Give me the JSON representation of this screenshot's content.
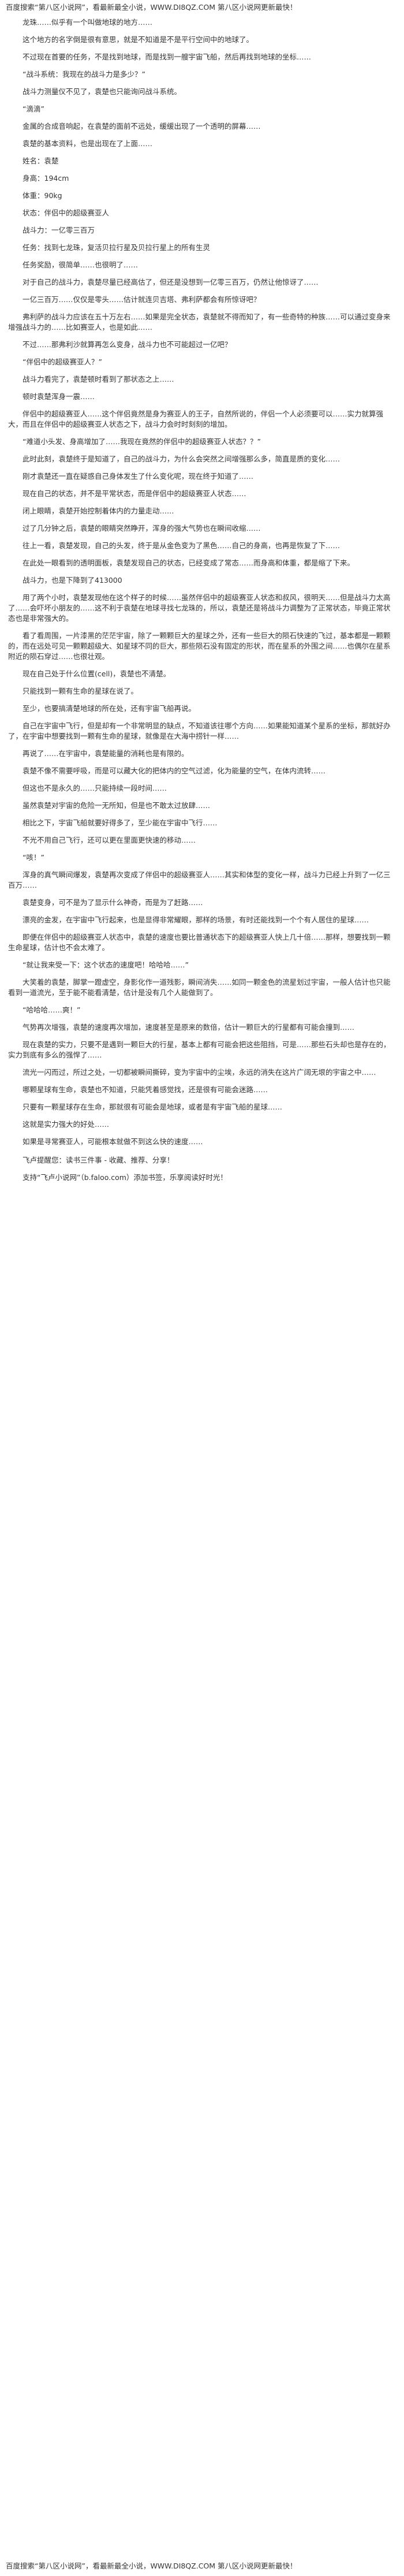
{
  "banner": {
    "text": "百度搜索“第八区小说网”，看最新最全小说，WWW.DI8QZ.COM   第八区小说网更新最快！",
    "bottom_text": "百度搜索“第八区小说网”，看最新最全小说，WWW.DI8QZ.COM   第八区小说网更新最快！"
  },
  "paragraphs": [
    "龙珠……似乎有一个叫做地球的地方……",
    "这个地方的名字倒是很有意思，就是不知道是不是平行空间中的地球了。",
    "不过现在首要的任务，不是找到地球，而是找到一艘宇宙飞船，然后再找到地球的坐标……",
    "“战斗系统：我现在的战斗力是多少？”",
    "战斗力测量仪不见了，袁楚也只能询问战斗系统。",
    "“滴滴”",
    "金属的合成音响起，在袁楚的面前不远处，缓缓出现了一个透明的屏幕……",
    "袁楚的基本资料，也是出现在了上面……",
    "姓名：袁楚",
    "身高：194cm",
    "体重：90kg",
    "状态：伴侣中的超级赛亚人",
    "战斗力：一亿零三百万",
    "任务：找到七龙珠，复活贝拉行星及贝拉行星上的所有生灵",
    "任务奖励，很简单……也很明了……",
    "对于自己的战斗力，袁楚尽量已经高估了，但还是没想到一亿零三百万，仍然让他惊讶了……",
    "一亿三百万……仅仅是零头……估计就连贝吉塔、弗利萨都会有所惊讶吧？",
    "弗利萨的战斗力应该在五十万左右……如果是完全状态，袁楚就不得而知了，有一些奇特的种族……可以通过变身来增强战斗力的……比如赛亚人，也是如此……",
    "不过……那弗利沙就算再怎么变身，战斗力也不可能超过一亿吧？",
    "“伴侣中的超级赛亚人？”",
    "战斗力看完了，袁楚顿时看到了那状态之上……",
    "顿时袁楚浑身一震……",
    "伴侣中的超级赛亚人……这个伴侣竟然是身为赛亚人的王子，自然所说的，伴侣一个人必须要可以……实力就算强大，而且在伴侣中的超级赛亚人状态之下，战斗力会时时刻刻的增加。",
    "“难道小头发、身高增加了……我现在竟然的伴侣中的超级赛亚人状态？？”",
    "此时此刻，袁楚终于是知道了，自己的战斗力，为什么会突然之间增强那么多，简直是质的变化……",
    "刚才袁楚还一直在疑惑自己身体发生了什么变化呢，现在终于知道了……",
    "现在自己的状态，并不是平常状态，而是伴侣中的超级赛亚人状态……",
    "闭上眼睛，袁楚开始控制着体内的力量走动……",
    "过了几分钟之后，袁楚的眼睛突然睁开，浑身的强大气势也在瞬间收缩……",
    "往上一看，袁楚发现，自己的头发，终于是从金色变为了黑色……自己的身高，也再是恢复了下……",
    "在此处一眼看到的透明面板，袁楚发现自己的状态，已经变成了常态……而身高和体重，都是缩了下来。",
    "战斗力，也是下降到了413000",
    "用了两个小时，袁楚发现他在这个样子的时候……虽然伴侣中的超级赛亚人状态和叔风，很明天……但是战斗力太高了……会吓坏小朋友的……这不利于袁楚在地球寻找七龙珠的，所以，袁楚还是将战斗力调整为了正常状态，毕竟正常状态也是非常强大的。",
    "看了看周围，一片漆黑的茫茫宇宙，除了一颗颗巨大的星球之外，还有一些巨大的陨石快速的飞过，基本都是一颗颗的，而在远处可见一颗颗超级大、如星球不同的巨大，那些陨石没有固定的形状，而在星系的外围之间……也偶尔在星系附近的陨石穿过……也很壮观。",
    "现在自己处于什么位置(cell)，袁楚也不清楚。",
    "只能找到一颗有生命的星球在说了。",
    "至少，也要搞清楚地球的所在处，还有宇宙飞船再说。",
    "自己在宇宙中飞行，但是却有一个非常明显的缺点，不知道该往哪个方向……如果能知道某个星系的坐标，那就好办了，在宇宙中想要找到一颗有生命的星球，就像是在大海中捞针一样……",
    "再说了……在宇宙中，袁楚能量的消耗也是有限的。",
    "袁楚不像不需要呼吸，而是可以藏大化的把体内的空气过滤，化为能量的空气，在体内流转……",
    "但这也不是永久的……只能持续一段时间……",
    "虽然袁楚对宇宙的危险一无所知，但是也不敢太过放肆……",
    "相比之下，宇宙飞船就要好得多了，至少能在宇宙中飞行……",
    "不光不用自己飞行，还可以更在里面更快速的移动……",
    "“咳！”",
    "浑身的真气瞬间爆发，袁楚再次变成了伴侣中的超级赛亚人……其实和体型的变化一样，战斗力已经上升到了一亿三百万……",
    "袁楚变身，可不是为了显示什么神奇，而是为了赶路……",
    "漂亮的金发，在宇宙中飞行起来，也是显得非常耀眼，那样的场景，有时还能找到一个个有人居住的星球……",
    "即便在伴侣中的超级赛亚人状态中，袁楚的速度也要比普通状态下的超级赛亚人快上几十倍……那样，想要找到一颗生命星球，估计也不会太难了。",
    "“就让我来受一下：这个状态的速度吧！哈哈哈……”",
    "大笑着的袁楚，脚掌一蹬虚空，身影化作一道残影，瞬间消失……如同一颗金色的流星划过宇宙，一般人估计也只能看到一道流光，至于能不能看清楚，估计是没有几个人能做到了。",
    "“哈哈哈……爽！”",
    "气势再次增强，袁楚的速度再次增加，速度甚至是原来的数倍，估计一颗巨大的行星都有可能会撞到……",
    "现在袁楚的实力，只要不是遇到一颗巨大的行星，基本上都有可能会把这些阻挡，可是……那些石头却也是存在的，实力到底有多么的强悍了……",
    "流光一闪而过，所过之处，一切都被瞬间撕碎，变为宇宙中的尘埃，永远的消失在这片广阔无垠的宇宙之中……",
    "哪颗星球有生命，袁楚也不知道，只能凭着感觉找，还是很有可能会迷路……",
    "只要有一颗星球存在生命，那就很有可能会是地球，或者是有宇宙飞船的星球……",
    "这就是实力强大的好处……",
    "如果是寻常赛亚人，可能根本就做不到这么快的速度……"
  ],
  "footer": {
    "line1": "飞卢提醒您：读书三件事 - 收藏、推荐、分享！",
    "line2_prefix": "支持“飞卢小说网”（",
    "line2_url": "b.faloo.com",
    "line2_suffix": "）添加书签，乐享阅读好时光！"
  }
}
